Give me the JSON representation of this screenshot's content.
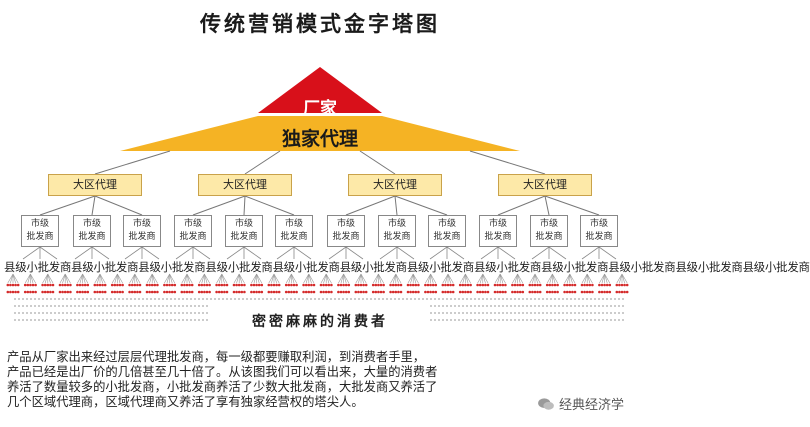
{
  "title": "传统营销模式金字塔图",
  "pyramid": {
    "top_label": "厂家",
    "second_label": "独家代理",
    "regions": [
      {
        "label": "大区代理"
      },
      {
        "label": "大区代理"
      },
      {
        "label": "大区代理"
      },
      {
        "label": "大区代理"
      }
    ],
    "city_dealer": {
      "line1": "市级",
      "line2": "批发商"
    },
    "sub_dealer_row": "县级小批发商县级小批发商县级小批发商县级小批发商县级小批发商县级小批发商县级小批发商县级小批发商县级小批发商县级小批发商县级小批发商县级小批发商",
    "consumers_label": "密密麻麻的消费者"
  },
  "description": "产品从厂家出来经过层层代理批发商，每一级都要赚取利润，到消费者手里，\n产品已经是出厂价的几倍甚至几十倍了。从该图我们可以看出来，大量的消费者\n养活了数量较多的小批发商，小批发商养活了少数大批发商，大批发商又养活了\n几个区域代理商，区域代理商又养活了享有独家经营权的塔尖人。",
  "watermark": "经典经济学",
  "colors": {
    "top_tier": "#d8101a",
    "second_tier": "#f5b324",
    "region_fill": "#fde9a8",
    "consumer_dot": "#d42a2a"
  }
}
